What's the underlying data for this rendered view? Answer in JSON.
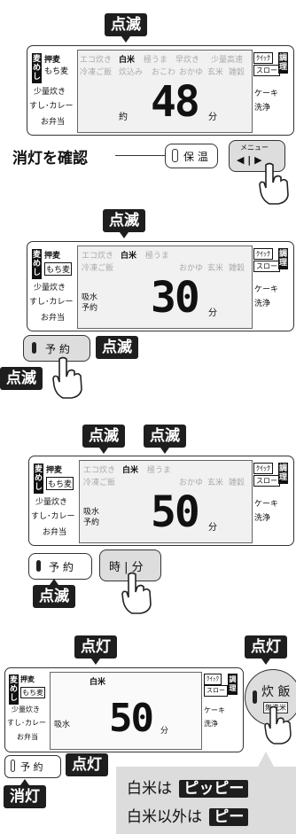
{
  "labels": {
    "blink": "点滅",
    "lit": "点灯",
    "off": "消灯"
  },
  "left_menu": {
    "badge": "麦めし",
    "oshimugi": "押麦",
    "mochimugi": "もち麦",
    "shoryo": "少量炊き",
    "sushi": "すし･カレー",
    "bento": "お弁当"
  },
  "right_menu": {
    "quick": "ｸｲｯｸ",
    "slow": "スロー",
    "badge": "調理",
    "cake": "ケーキ",
    "wash": "洗浄"
  },
  "courses": {
    "eco": "エコ炊き",
    "hakumai": "白米",
    "gokuuma": "極うま",
    "hayadaki": "早炊き",
    "shoryo_kosoku": "少量高速",
    "reitou": "冷凍ご飯",
    "takikomi": "炊込み",
    "okowa": "おこわ",
    "okayu": "おかゆ",
    "genmai": "玄米",
    "zakkoku": "雑穀"
  },
  "units": {
    "yaku": "約",
    "fun": "分",
    "kyusui": "吸水",
    "yoyaku_ind": "予約"
  },
  "panel1": {
    "minutes": "48",
    "confirm_off_label": "消灯を確認"
  },
  "panel2": {
    "minutes": "30"
  },
  "panel3": {
    "minutes": "50"
  },
  "panel4": {
    "minutes": "50"
  },
  "buttons": {
    "hoon": "保 温",
    "menu": "メニュー",
    "menu_arrows": "◀ | ▶",
    "yoyaku": "予 約",
    "jifun": "時 | 分",
    "suihan": "炊 飯",
    "musenmai": "無洗米"
  },
  "note": {
    "line1_prefix": "白米は",
    "line1_sound": "ピッピー",
    "line2_prefix": "白米以外は",
    "line2_sound": "ピー"
  },
  "colors": {
    "dark": "#1e1e1e",
    "lcd": "#f1f1f1",
    "note_bg": "#dcdcdc",
    "led_dark": "#222"
  }
}
